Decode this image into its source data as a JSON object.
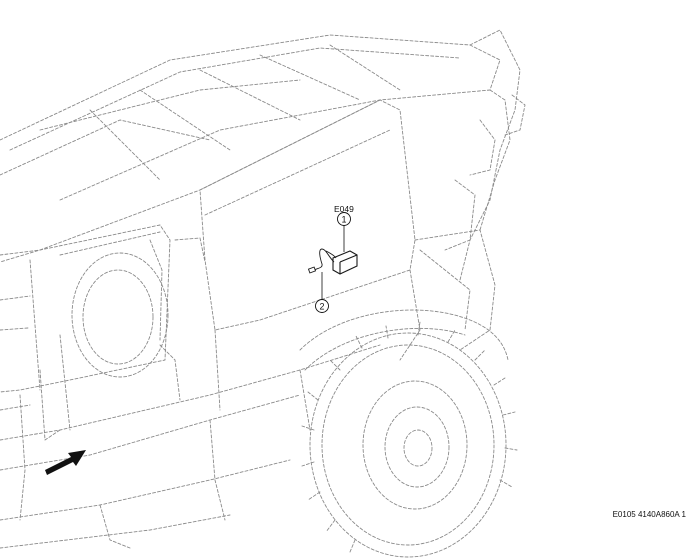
{
  "figure": {
    "component_code": "E049",
    "callouts": [
      "1",
      "2"
    ],
    "reference_code": "E0105 4140A860A 1",
    "colors": {
      "line_art": "#8a8a8a",
      "ink": "#111111",
      "background": "#ffffff"
    },
    "icons": [
      "direction-arrow-icon"
    ]
  }
}
